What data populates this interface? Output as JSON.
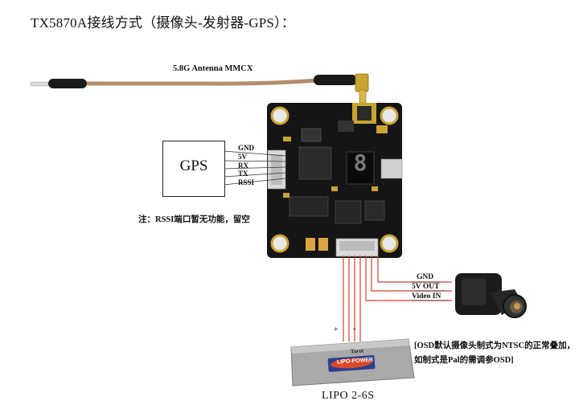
{
  "title": "TX5870A接线方式（摄像头-发射器-GPS）：",
  "antenna": {
    "label": "5.8G Antenna MMCX"
  },
  "gps": {
    "box_label": "GPS",
    "pins": [
      "GND",
      "5V",
      "RX",
      "TX",
      "RSSI"
    ]
  },
  "note": "注：RSSI端口暂无功能，留空",
  "camera": {
    "labels": [
      "GND",
      "5V OUT",
      "Video IN"
    ]
  },
  "osd_note": {
    "line1": "[OSD默认摄像头制式为NTSC的正常叠加，",
    "line2": "如制式是Pal的需调参OSD]"
  },
  "battery": {
    "label": "LIPO 2-6S",
    "plus": "+",
    "minus": "-",
    "brand": "Tarot",
    "logo": "LIPO-POWER"
  },
  "board": {
    "display_digit": "8"
  },
  "colors": {
    "wire_red": "#e23b2f",
    "pcb": "#151515",
    "antenna_cable": "#b58d6c",
    "gold": "#c9a431"
  }
}
